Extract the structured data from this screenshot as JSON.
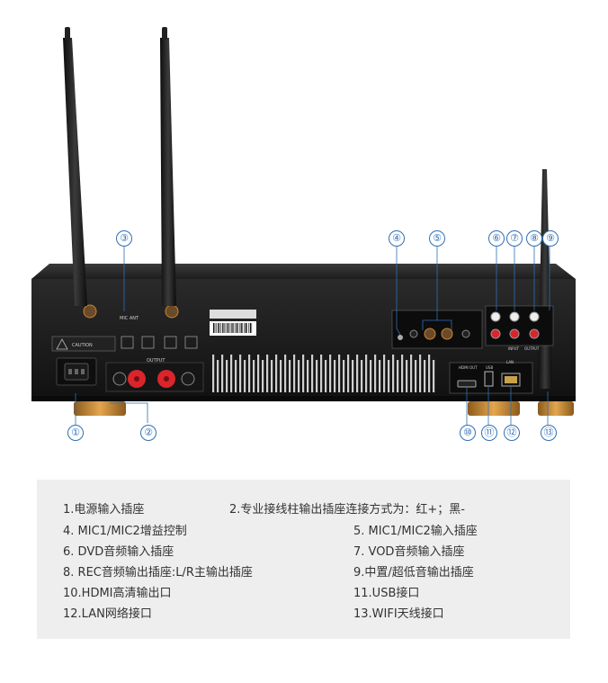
{
  "device_labels": {
    "caution": "CAUTION",
    "output": "OUTPUT",
    "mic_ant": "MIC ANT",
    "input": "INPUT",
    "output2": "OUTPUT",
    "hdmi_out": "HDMI OUT",
    "usb": "USB",
    "lan": "LAN"
  },
  "callouts": [
    "①",
    "②",
    "③",
    "④",
    "⑤",
    "⑥",
    "⑦",
    "⑧",
    "⑨",
    "⑩",
    "⑪",
    "⑫",
    "⑬"
  ],
  "legend": {
    "items": [
      "1.电源输入插座",
      "2.专业接线柱输出插座连接方式为：红+；黑-",
      "4. MIC1/MIC2增益控制",
      "5. MIC1/MIC2输入插座",
      "6. DVD音频输入插座",
      "7. VOD音频输入插座",
      "8. REC音频输出插座:L/R主输出插座",
      "9.中置/超低音输出插座",
      "10.HDMI高清输出口",
      "11.USB接口",
      "12.LAN网络接口",
      "13.WIFI天线接口"
    ]
  },
  "colors": {
    "callout": "#2f6fb5",
    "legend_bg": "#eeeeee",
    "chassis": "#1c1c1c",
    "terminal_red": "#d9252b",
    "foot_gold": "#c8862e"
  }
}
